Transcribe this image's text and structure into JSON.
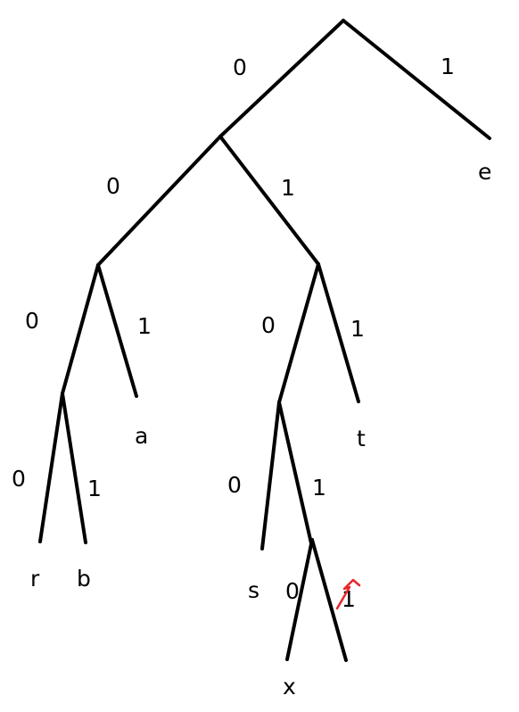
{
  "tree": {
    "edges": [
      {
        "id": "root-0",
        "bit": "0"
      },
      {
        "id": "root-1",
        "bit": "1"
      },
      {
        "id": "n0-0",
        "bit": "0"
      },
      {
        "id": "n0-1",
        "bit": "1"
      },
      {
        "id": "n00-0",
        "bit": "0"
      },
      {
        "id": "n00-1",
        "bit": "1"
      },
      {
        "id": "n01-0",
        "bit": "0"
      },
      {
        "id": "n01-1",
        "bit": "1"
      },
      {
        "id": "n000-0",
        "bit": "0"
      },
      {
        "id": "n000-1",
        "bit": "1"
      },
      {
        "id": "n010-0",
        "bit": "0"
      },
      {
        "id": "n010-1",
        "bit": "1"
      },
      {
        "id": "n0101-0",
        "bit": "0"
      },
      {
        "id": "n0101-1",
        "bit": "1",
        "crossed_out": true
      }
    ],
    "leaves": [
      {
        "id": "leaf-e",
        "symbol": "e"
      },
      {
        "id": "leaf-a",
        "symbol": "a"
      },
      {
        "id": "leaf-t",
        "symbol": "t"
      },
      {
        "id": "leaf-r",
        "symbol": "r"
      },
      {
        "id": "leaf-b",
        "symbol": "b"
      },
      {
        "id": "leaf-s",
        "symbol": "s"
      },
      {
        "id": "leaf-x",
        "symbol": "x"
      }
    ],
    "colors": {
      "edge": "#000000",
      "text": "#000000",
      "correction": "#e8262b"
    }
  }
}
